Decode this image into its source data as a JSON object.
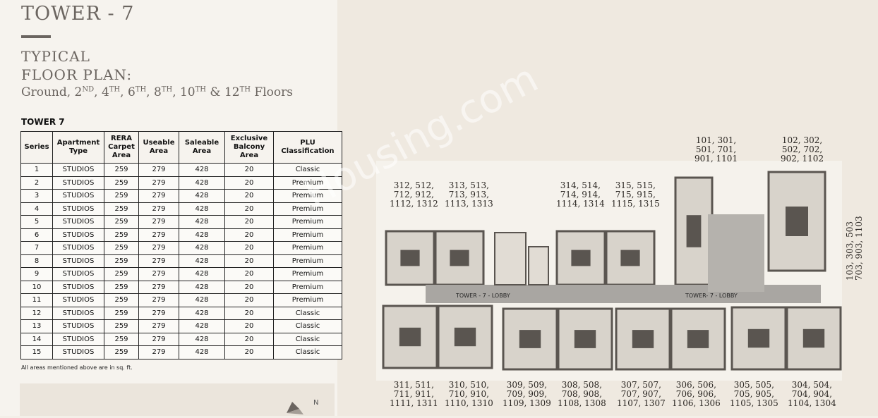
{
  "header": {
    "tower_title": "TOWER - 7",
    "subtitle_line1": "TYPICAL",
    "subtitle_line2": "FLOOR PLAN:",
    "floors": {
      "ground": "Ground, 2",
      "nd": "ND",
      "f4": ", 4",
      "th": "TH",
      "f6": ", 6",
      "f8": ", 8",
      "f10": ", 10",
      "f12": " & 12",
      "floors_word": " Floors"
    }
  },
  "table": {
    "title": "TOWER 7",
    "headers": [
      "Series",
      "Apartment Type",
      "RERA Carpet Area",
      "Useable Area",
      "Saleable Area",
      "Exclusive Balcony Area",
      "PLU Classification"
    ],
    "rows": [
      [
        "1",
        "STUDIOS",
        "259",
        "279",
        "428",
        "20",
        "Classic"
      ],
      [
        "2",
        "STUDIOS",
        "259",
        "279",
        "428",
        "20",
        "Premium"
      ],
      [
        "3",
        "STUDIOS",
        "259",
        "279",
        "428",
        "20",
        "Premium"
      ],
      [
        "4",
        "STUDIOS",
        "259",
        "279",
        "428",
        "20",
        "Premium"
      ],
      [
        "5",
        "STUDIOS",
        "259",
        "279",
        "428",
        "20",
        "Premium"
      ],
      [
        "6",
        "STUDIOS",
        "259",
        "279",
        "428",
        "20",
        "Premium"
      ],
      [
        "7",
        "STUDIOS",
        "259",
        "279",
        "428",
        "20",
        "Premium"
      ],
      [
        "8",
        "STUDIOS",
        "259",
        "279",
        "428",
        "20",
        "Premium"
      ],
      [
        "9",
        "STUDIOS",
        "259",
        "279",
        "428",
        "20",
        "Premium"
      ],
      [
        "10",
        "STUDIOS",
        "259",
        "279",
        "428",
        "20",
        "Premium"
      ],
      [
        "11",
        "STUDIOS",
        "259",
        "279",
        "428",
        "20",
        "Premium"
      ],
      [
        "12",
        "STUDIOS",
        "259",
        "279",
        "428",
        "20",
        "Classic"
      ],
      [
        "13",
        "STUDIOS",
        "259",
        "279",
        "428",
        "20",
        "Classic"
      ],
      [
        "14",
        "STUDIOS",
        "259",
        "279",
        "428",
        "20",
        "Classic"
      ],
      [
        "15",
        "STUDIOS",
        "259",
        "279",
        "428",
        "20",
        "Classic"
      ]
    ],
    "note": "All areas mentioned above are in sq. ft."
  },
  "plan": {
    "top_labels": [
      [
        "312, 512,",
        "712, 912,",
        "1112, 1312"
      ],
      [
        "313, 513,",
        "713, 913,",
        "1113, 1313"
      ],
      [
        "314, 514,",
        "714, 914,",
        "1114, 1314"
      ],
      [
        "315, 515,",
        "715, 915,",
        "1115, 1315"
      ],
      [
        "101, 301,",
        "501, 701,",
        "901, 1101"
      ],
      [
        "102, 302,",
        "502, 702,",
        "902, 1102"
      ]
    ],
    "right_label": [
      "103, 303, 503",
      "703, 903, 1103"
    ],
    "bottom_labels": [
      [
        "311, 511,",
        "711, 911,",
        "1111, 1311"
      ],
      [
        "310, 510,",
        "710, 910,",
        "1110, 1310"
      ],
      [
        "309, 509,",
        "709, 909,",
        "1109, 1309"
      ],
      [
        "308, 508,",
        "708, 908,",
        "1108, 1308"
      ],
      [
        "307, 507,",
        "707, 907,",
        "1107, 1307"
      ],
      [
        "306, 506,",
        "706, 906,",
        "1106, 1306"
      ],
      [
        "305, 505,",
        "705, 905,",
        "1105, 1305"
      ],
      [
        "304, 504,",
        "704, 904,",
        "1104, 1304"
      ]
    ],
    "lobby_left": "TOWER - 7 - LOBBY",
    "lobby_right": "TOWER- 7 - LOBBY",
    "compass": "N",
    "watermark": "Housing.com"
  },
  "colors": {
    "wall": "#5a5550",
    "floor": "#d8d3cb",
    "lobby": "#a9a6a2",
    "text": "#6b6560"
  }
}
